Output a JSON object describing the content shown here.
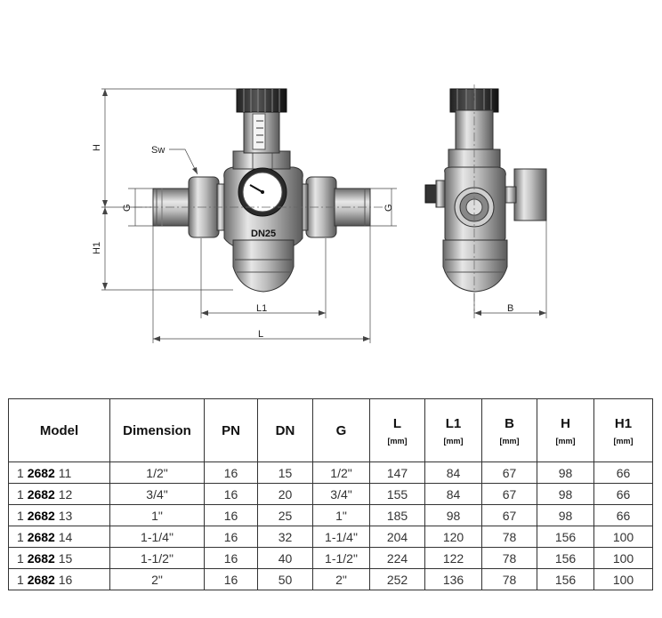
{
  "drawing": {
    "labels": {
      "h": "H",
      "h1": "H1",
      "g_left": "G",
      "g_right": "G",
      "sw": "Sw",
      "l1": "L1",
      "l": "L",
      "b": "B",
      "dn_mark": "DN25"
    },
    "icons": [
      "pressure-reducing-valve-front-view",
      "pressure-reducing-valve-side-view",
      "pressure-gauge-icon"
    ]
  },
  "table": {
    "columns": [
      {
        "label": "Model",
        "unit": ""
      },
      {
        "label": "Dimension",
        "unit": ""
      },
      {
        "label": "PN",
        "unit": ""
      },
      {
        "label": "DN",
        "unit": ""
      },
      {
        "label": "G",
        "unit": ""
      },
      {
        "label": "L",
        "unit": "[mm]"
      },
      {
        "label": "L1",
        "unit": "[mm]"
      },
      {
        "label": "B",
        "unit": "[mm]"
      },
      {
        "label": "H",
        "unit": "[mm]"
      },
      {
        "label": "H1",
        "unit": "[mm]"
      }
    ],
    "rows": [
      {
        "prefix": "1",
        "code": "2682",
        "suffix": "11",
        "cells": [
          "1/2\"",
          "16",
          "15",
          "1/2\"",
          "147",
          "84",
          "67",
          "98",
          "66"
        ]
      },
      {
        "prefix": "1",
        "code": "2682",
        "suffix": "12",
        "cells": [
          "3/4\"",
          "16",
          "20",
          "3/4\"",
          "155",
          "84",
          "67",
          "98",
          "66"
        ]
      },
      {
        "prefix": "1",
        "code": "2682",
        "suffix": "13",
        "cells": [
          "1\"",
          "16",
          "25",
          "1\"",
          "185",
          "98",
          "67",
          "98",
          "66"
        ]
      },
      {
        "prefix": "1",
        "code": "2682",
        "suffix": "14",
        "cells": [
          "1-1/4\"",
          "16",
          "32",
          "1-1/4\"",
          "204",
          "120",
          "78",
          "156",
          "100"
        ]
      },
      {
        "prefix": "1",
        "code": "2682",
        "suffix": "15",
        "cells": [
          "1-1/2\"",
          "16",
          "40",
          "1-1/2\"",
          "224",
          "122",
          "78",
          "156",
          "100"
        ]
      },
      {
        "prefix": "1",
        "code": "2682",
        "suffix": "16",
        "cells": [
          "2\"",
          "16",
          "50",
          "2\"",
          "252",
          "136",
          "78",
          "156",
          "100"
        ]
      }
    ]
  }
}
